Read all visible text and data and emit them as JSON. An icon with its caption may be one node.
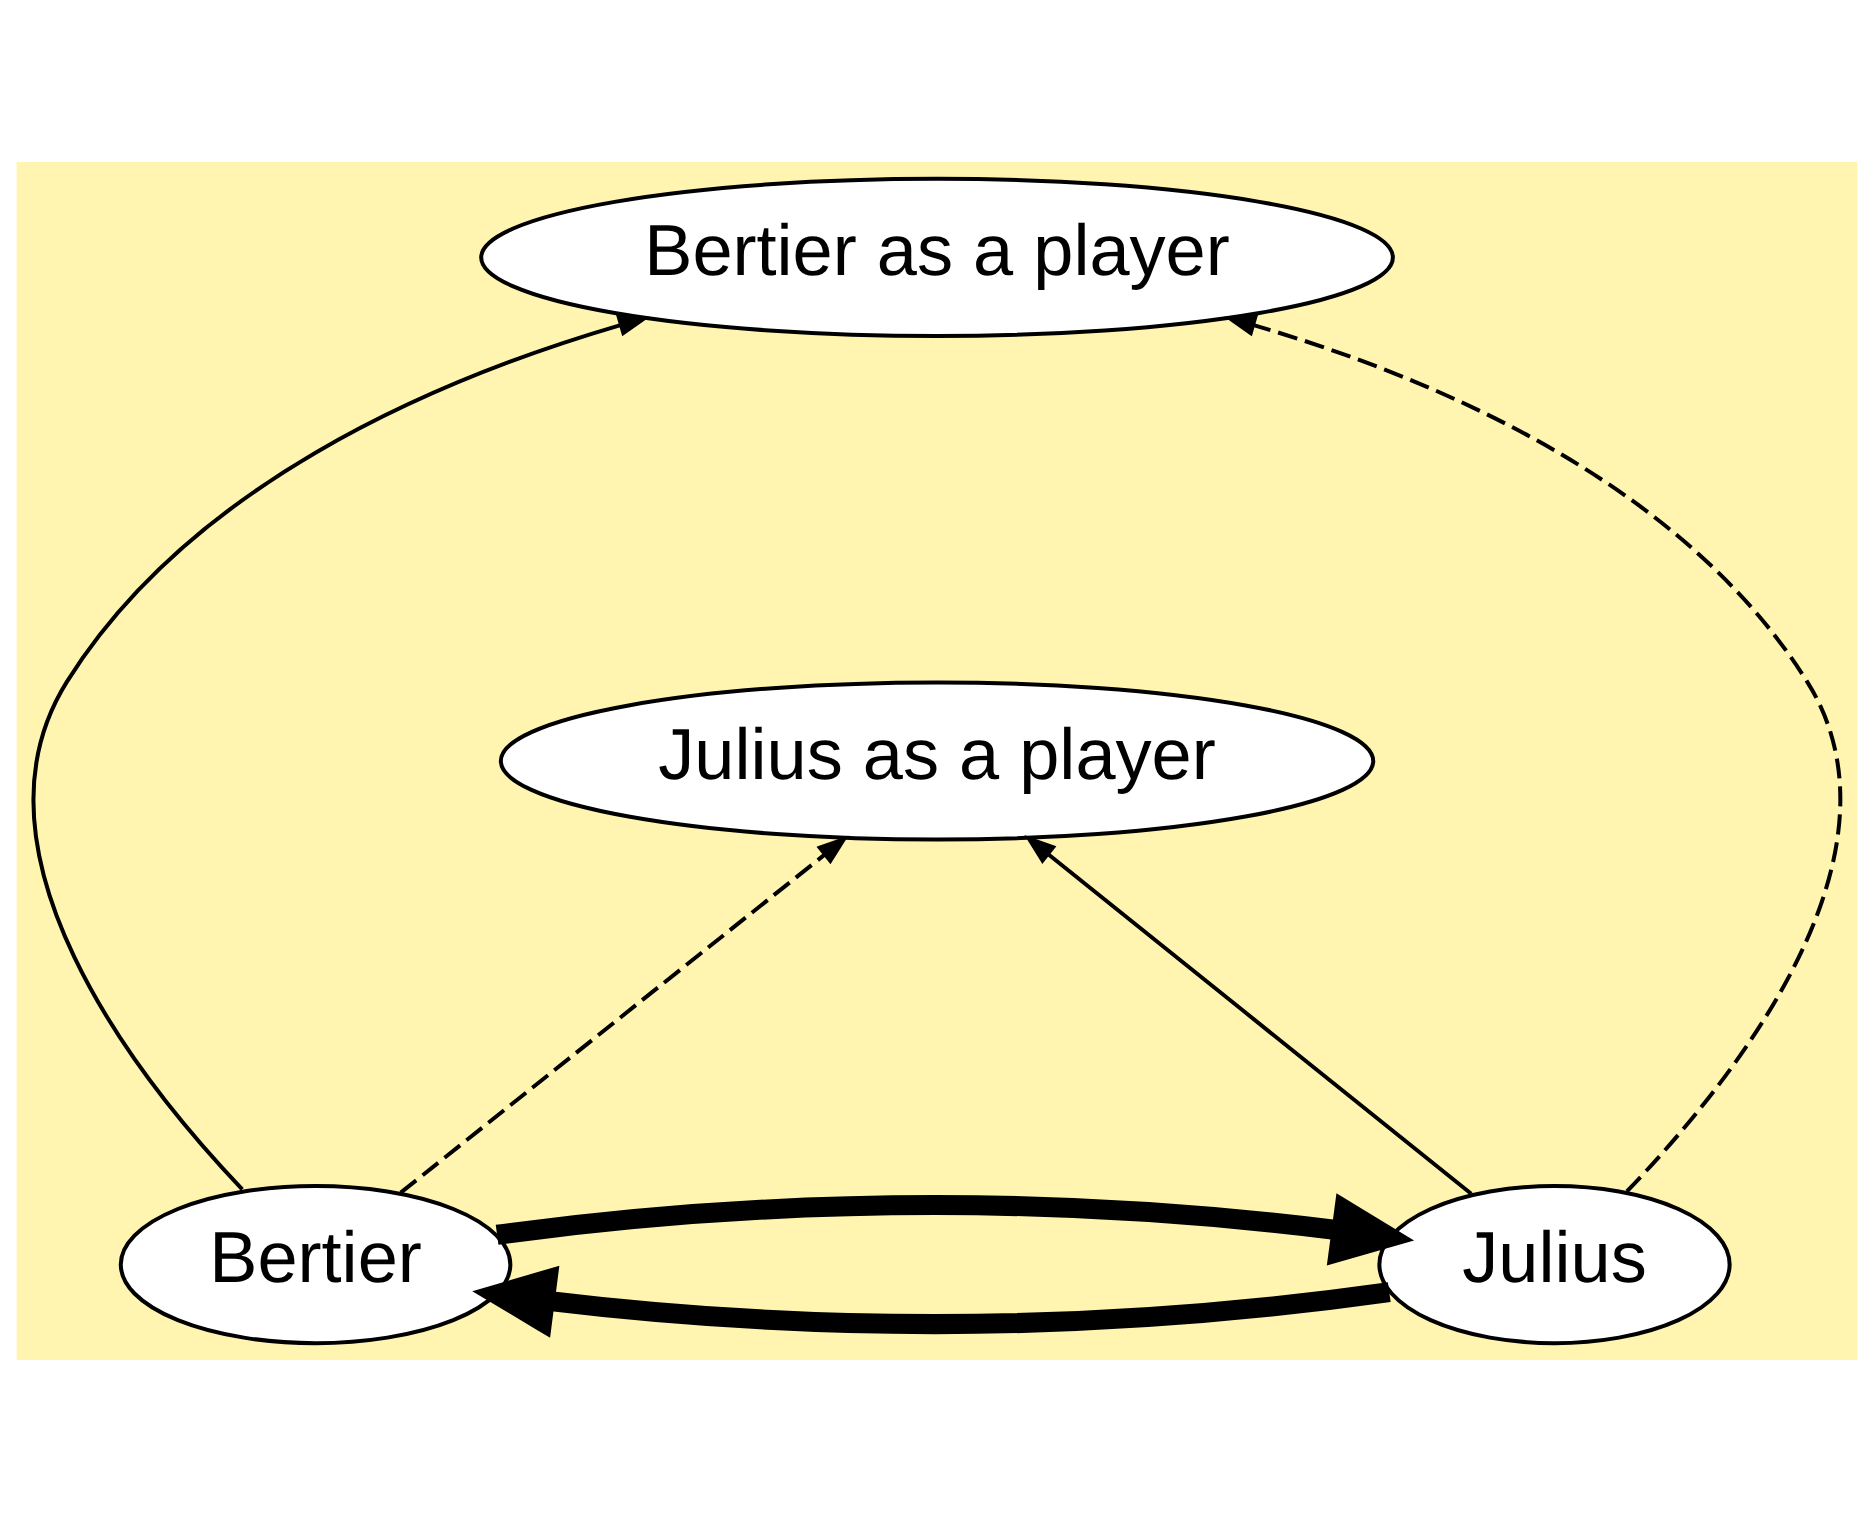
{
  "diagram": {
    "nodes": [
      {
        "text": [
          "Bertier as a player"
        ]
      },
      {
        "text": [
          "Julius as a player"
        ]
      },
      {
        "text": [
          "Bertier"
        ]
      },
      {
        "text": [
          "Julius"
        ]
      }
    ],
    "edges": [
      {
        "from": 2,
        "to": 0,
        "arrow": "to"
      },
      {
        "from": 3,
        "to": 0,
        "arrow": "to",
        "style": "dashed"
      },
      {
        "from": 2,
        "to": 1,
        "arrow": "to",
        "style": "dashed"
      },
      {
        "from": 3,
        "to": 1,
        "arrow": "to"
      },
      {
        "from": 2,
        "to": 3,
        "arrow": "to",
        "style": "thick"
      },
      {
        "from": 3,
        "to": 2,
        "arrow": "to",
        "style": "thick"
      }
    ]
  }
}
